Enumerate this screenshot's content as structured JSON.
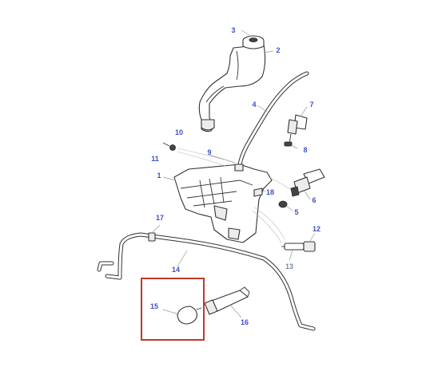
{
  "colors": {
    "callout_number": "#3f4fc8",
    "callout_number_muted": "#7a8ba0",
    "highlight_frame": "#c0392b",
    "line_art": "#333333"
  },
  "callouts": [
    {
      "id": "1",
      "text": "1"
    },
    {
      "id": "2",
      "text": "2"
    },
    {
      "id": "3",
      "text": "3"
    },
    {
      "id": "4",
      "text": "4"
    },
    {
      "id": "5",
      "text": "5"
    },
    {
      "id": "6",
      "text": "6"
    },
    {
      "id": "7",
      "text": "7"
    },
    {
      "id": "8",
      "text": "8"
    },
    {
      "id": "9",
      "text": "9"
    },
    {
      "id": "10",
      "text": "10"
    },
    {
      "id": "11",
      "text": "11"
    },
    {
      "id": "12",
      "text": "12"
    },
    {
      "id": "13",
      "text": "13"
    },
    {
      "id": "14",
      "text": "14"
    },
    {
      "id": "15",
      "text": "15"
    },
    {
      "id": "16",
      "text": "16"
    },
    {
      "id": "17",
      "text": "17"
    },
    {
      "id": "18",
      "text": "18"
    }
  ],
  "highlighted_part": "15"
}
